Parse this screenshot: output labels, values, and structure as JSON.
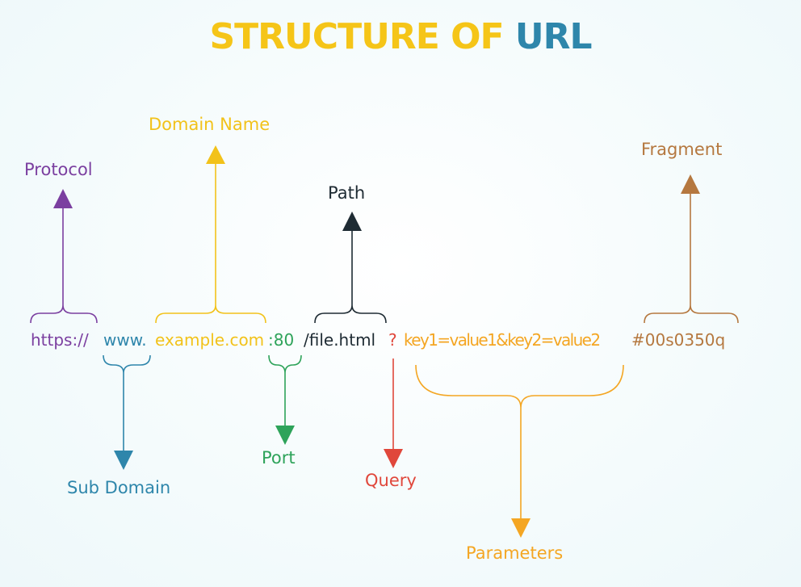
{
  "title": {
    "word1": "STRUCTURE OF",
    "word2": "URL"
  },
  "url_parts": {
    "protocol": "https://",
    "subdomain": "www.",
    "domain": "example.com",
    "port": ":80",
    "path": "/file.html",
    "query": "?",
    "parameters": "key1=value1&key2=value2",
    "fragment": "#00s0350q"
  },
  "labels": {
    "protocol": "Protocol",
    "domain_name": "Domain Name",
    "path": "Path",
    "fragment": "Fragment",
    "sub_domain": "Sub Domain",
    "port": "Port",
    "query": "Query",
    "parameters": "Parameters"
  },
  "colors": {
    "protocol": "#7b3fa0",
    "subdomain": "#2e86ab",
    "domain": "#f2c21a",
    "port": "#2ea35a",
    "path": "#1e2b33",
    "query": "#e0473b",
    "parameters": "#f4a623",
    "fragment": "#b5783f",
    "title_primary": "#f5c518",
    "title_secondary": "#2e86ab"
  }
}
